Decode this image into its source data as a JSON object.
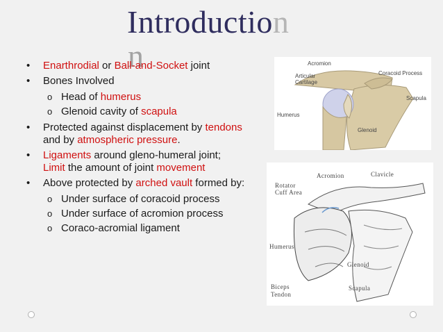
{
  "title": {
    "line1": "Introductio",
    "line1_fade": "n",
    "line2": "n"
  },
  "bullets": {
    "b1": {
      "p1": "Enarthrodial",
      "p2": " or ",
      "p3": "Ball-and-Socket",
      "p4": " joint"
    },
    "b2": "Bones Involved",
    "b2_subs": {
      "s1a": "Head of ",
      "s1b": "humerus",
      "s2a": "Glenoid cavity of ",
      "s2b": "scapula"
    },
    "b3": {
      "p1": "Protected against displacement by ",
      "p2": "tendons",
      "p3": " and by ",
      "p4": "atmospheric pressure",
      "p5": "."
    },
    "b4": {
      "p1": "Ligaments",
      "p2": " around gleno-humeral joint;",
      "p3": "Limit",
      "p4": " the amount of joint ",
      "p5": "movement"
    },
    "b5": {
      "p1": "Above protected by ",
      "p2": "arched vault",
      "p3": " formed by:"
    },
    "b5_subs": {
      "s1": "Under surface of coracoid process",
      "s2": "Under surface of acromion process",
      "s3": "Coraco-acromial ligament"
    }
  },
  "figure1_labels": {
    "acromion": "Acromion",
    "articular": "Articular",
    "cartilage": "Cartilage",
    "coracoid": "Coracoid Process",
    "scapula": "Scapula",
    "humerus": "Humerus",
    "glenoid": "Glenoid"
  },
  "figure2_labels": {
    "acromion": "Acromion",
    "clavicle": "Clavicle",
    "rotator": "Rotator",
    "cuff": "Cuff Area",
    "humerus": "Humerus",
    "glenoid": "Glenoid",
    "biceps": "Biceps",
    "tendon": "Tendon",
    "scapula": "Scapula"
  },
  "colors": {
    "accent_red": "#d01010",
    "title": "#2f2d5e",
    "background": "#f1f1f1"
  }
}
